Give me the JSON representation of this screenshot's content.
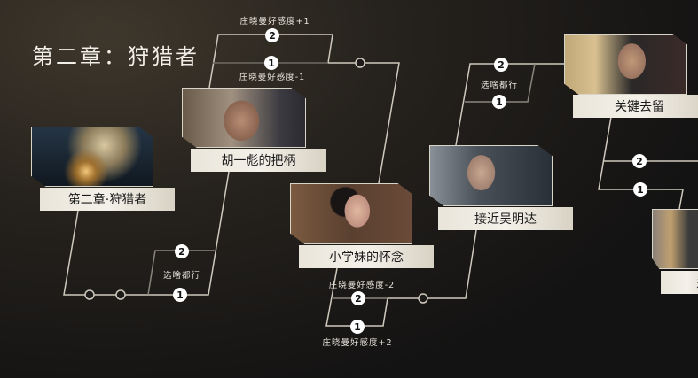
{
  "title": "第二章：狩猎者",
  "nodes": [
    {
      "label": "第二章·狩猎者"
    },
    {
      "label": "胡一彪的把柄"
    },
    {
      "label": "小学妹的怀念"
    },
    {
      "label": "接近吴明达"
    },
    {
      "label": "关键去留"
    },
    {
      "label": "关"
    }
  ],
  "choices": {
    "a": {
      "caption": "选啥都行",
      "opt1": "1",
      "opt2": "2"
    },
    "b": {
      "caption_top": "庄晓曼好感度+1",
      "caption_bottom": "庄晓曼好感度-1",
      "opt1": "1",
      "opt2": "2"
    },
    "c": {
      "caption_top": "庄晓曼好感度-2",
      "caption_bottom": "庄晓曼好感度+2",
      "opt1": "1",
      "opt2": "2"
    },
    "d": {
      "caption": "选啥都行",
      "opt1": "1",
      "opt2": "2"
    },
    "e": {
      "opt1": "1",
      "opt2": "2"
    }
  },
  "colors": {
    "line": "#cfc9bd",
    "label_bg": "#efebe2"
  }
}
